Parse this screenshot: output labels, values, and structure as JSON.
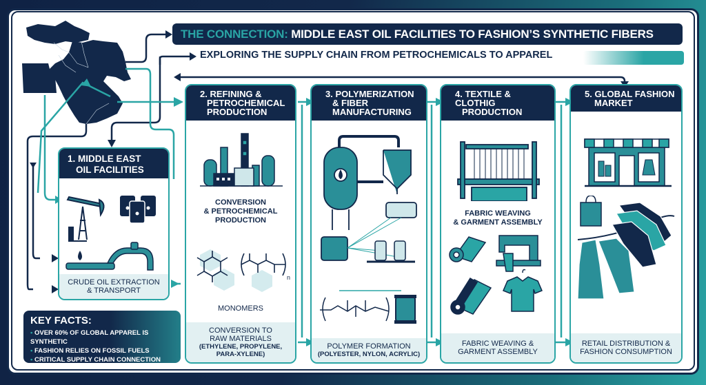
{
  "header": {
    "title_accent": "THE CONNECTION:",
    "title_rest": " MIDDLE EAST OIL FACILITIES TO FASHION’S SYNTHETIC FIBERS",
    "subtitle": "EXPLORING THE SUPPLY CHAIN FROM PETROCHEMICALS TO APPAREL"
  },
  "colors": {
    "navy": "#12284a",
    "teal": "#2aa5a5",
    "light_teal": "#e2f0f2"
  },
  "stages": [
    {
      "title_line1": "1. MIDDLE EAST",
      "title_line2": "OIL FACILITIES",
      "icons": [
        "oil-pumpjack-icon",
        "oil-barrels-icon",
        "oil-drop-icon",
        "pipeline-icon"
      ],
      "footer_line1": "CRUDE OIL EXTRACTION",
      "footer_line2": "& TRANSPORT"
    },
    {
      "title_line1": "2. REFINING &",
      "title_line2": "PETROCHEMICAL",
      "title_line3": "PRODUCTION",
      "mid_line1": "CONVERSION",
      "mid_line2": "& PETROCHEMICAL",
      "mid_line3": "PRODUCTION",
      "molecule_label": "MONOMERS",
      "footer_line1": "CONVERSION TO",
      "footer_line2": "RAW MATERIALS",
      "footer_line3": "(ETHYLENE, PROPYLENE,",
      "footer_line4": "PARA-XYLENE)"
    },
    {
      "title_line1": "3. POLYMERIZATION",
      "title_line2": "& FIBER",
      "title_line3": "MANUFACTURING",
      "footer_line1": "POLYMER FORMATION",
      "footer_line2": "(POLYESTER, NYLON, ACRYLIC)"
    },
    {
      "title_line1": "4. TEXTILE & CLOTHIG",
      "title_line2": "PRODUCTION",
      "mid_line1": "FABRIC WEAVING",
      "mid_line2": "& GARMENT ASSEMBLY",
      "footer_line1": "FABRIC WEAVING &",
      "footer_line2": "GARMENT ASSEMBLY"
    },
    {
      "title_line1": "5. GLOBAL FASHION",
      "title_line2": "MARKET",
      "footer_line1": "RETAIL DISTRIBUTION &",
      "footer_line2": "FASHION CONSUMPTION"
    }
  ],
  "key_facts": {
    "title": "KEY FACTS:",
    "items": [
      "OVER 60% OF GLOBAL APPAREL IS SYNTHETIC",
      "FASHION RELIES ON FOSSIL FUELS",
      "CRITICAL SUPPLY CHAIN CONNECTION"
    ]
  },
  "molecule_subscript": "n"
}
